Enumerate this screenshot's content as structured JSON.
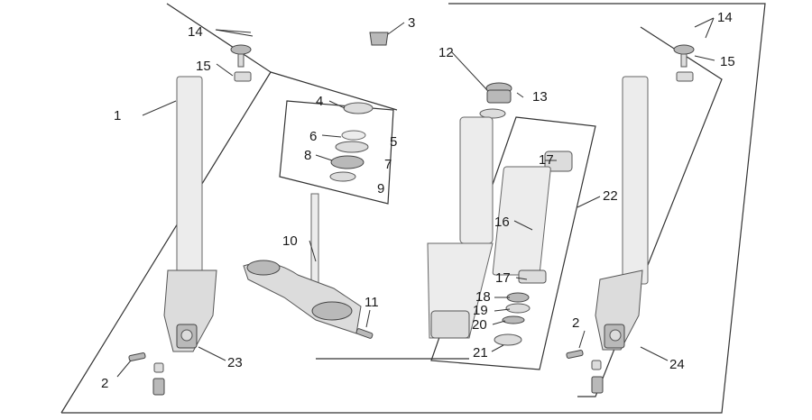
{
  "diagram": {
    "type": "exploded-parts-diagram",
    "subject": "front fork assembly",
    "callouts": [
      "1",
      "2",
      "2",
      "3",
      "4",
      "5",
      "6",
      "7",
      "8",
      "9",
      "10",
      "11",
      "12",
      "13",
      "14",
      "14",
      "15",
      "15",
      "16",
      "17",
      "17",
      "18",
      "19",
      "20",
      "21",
      "22",
      "23",
      "24"
    ],
    "colors": {
      "line": "#333333",
      "part_fill": "#dcdcdc",
      "background": "#ffffff"
    }
  }
}
